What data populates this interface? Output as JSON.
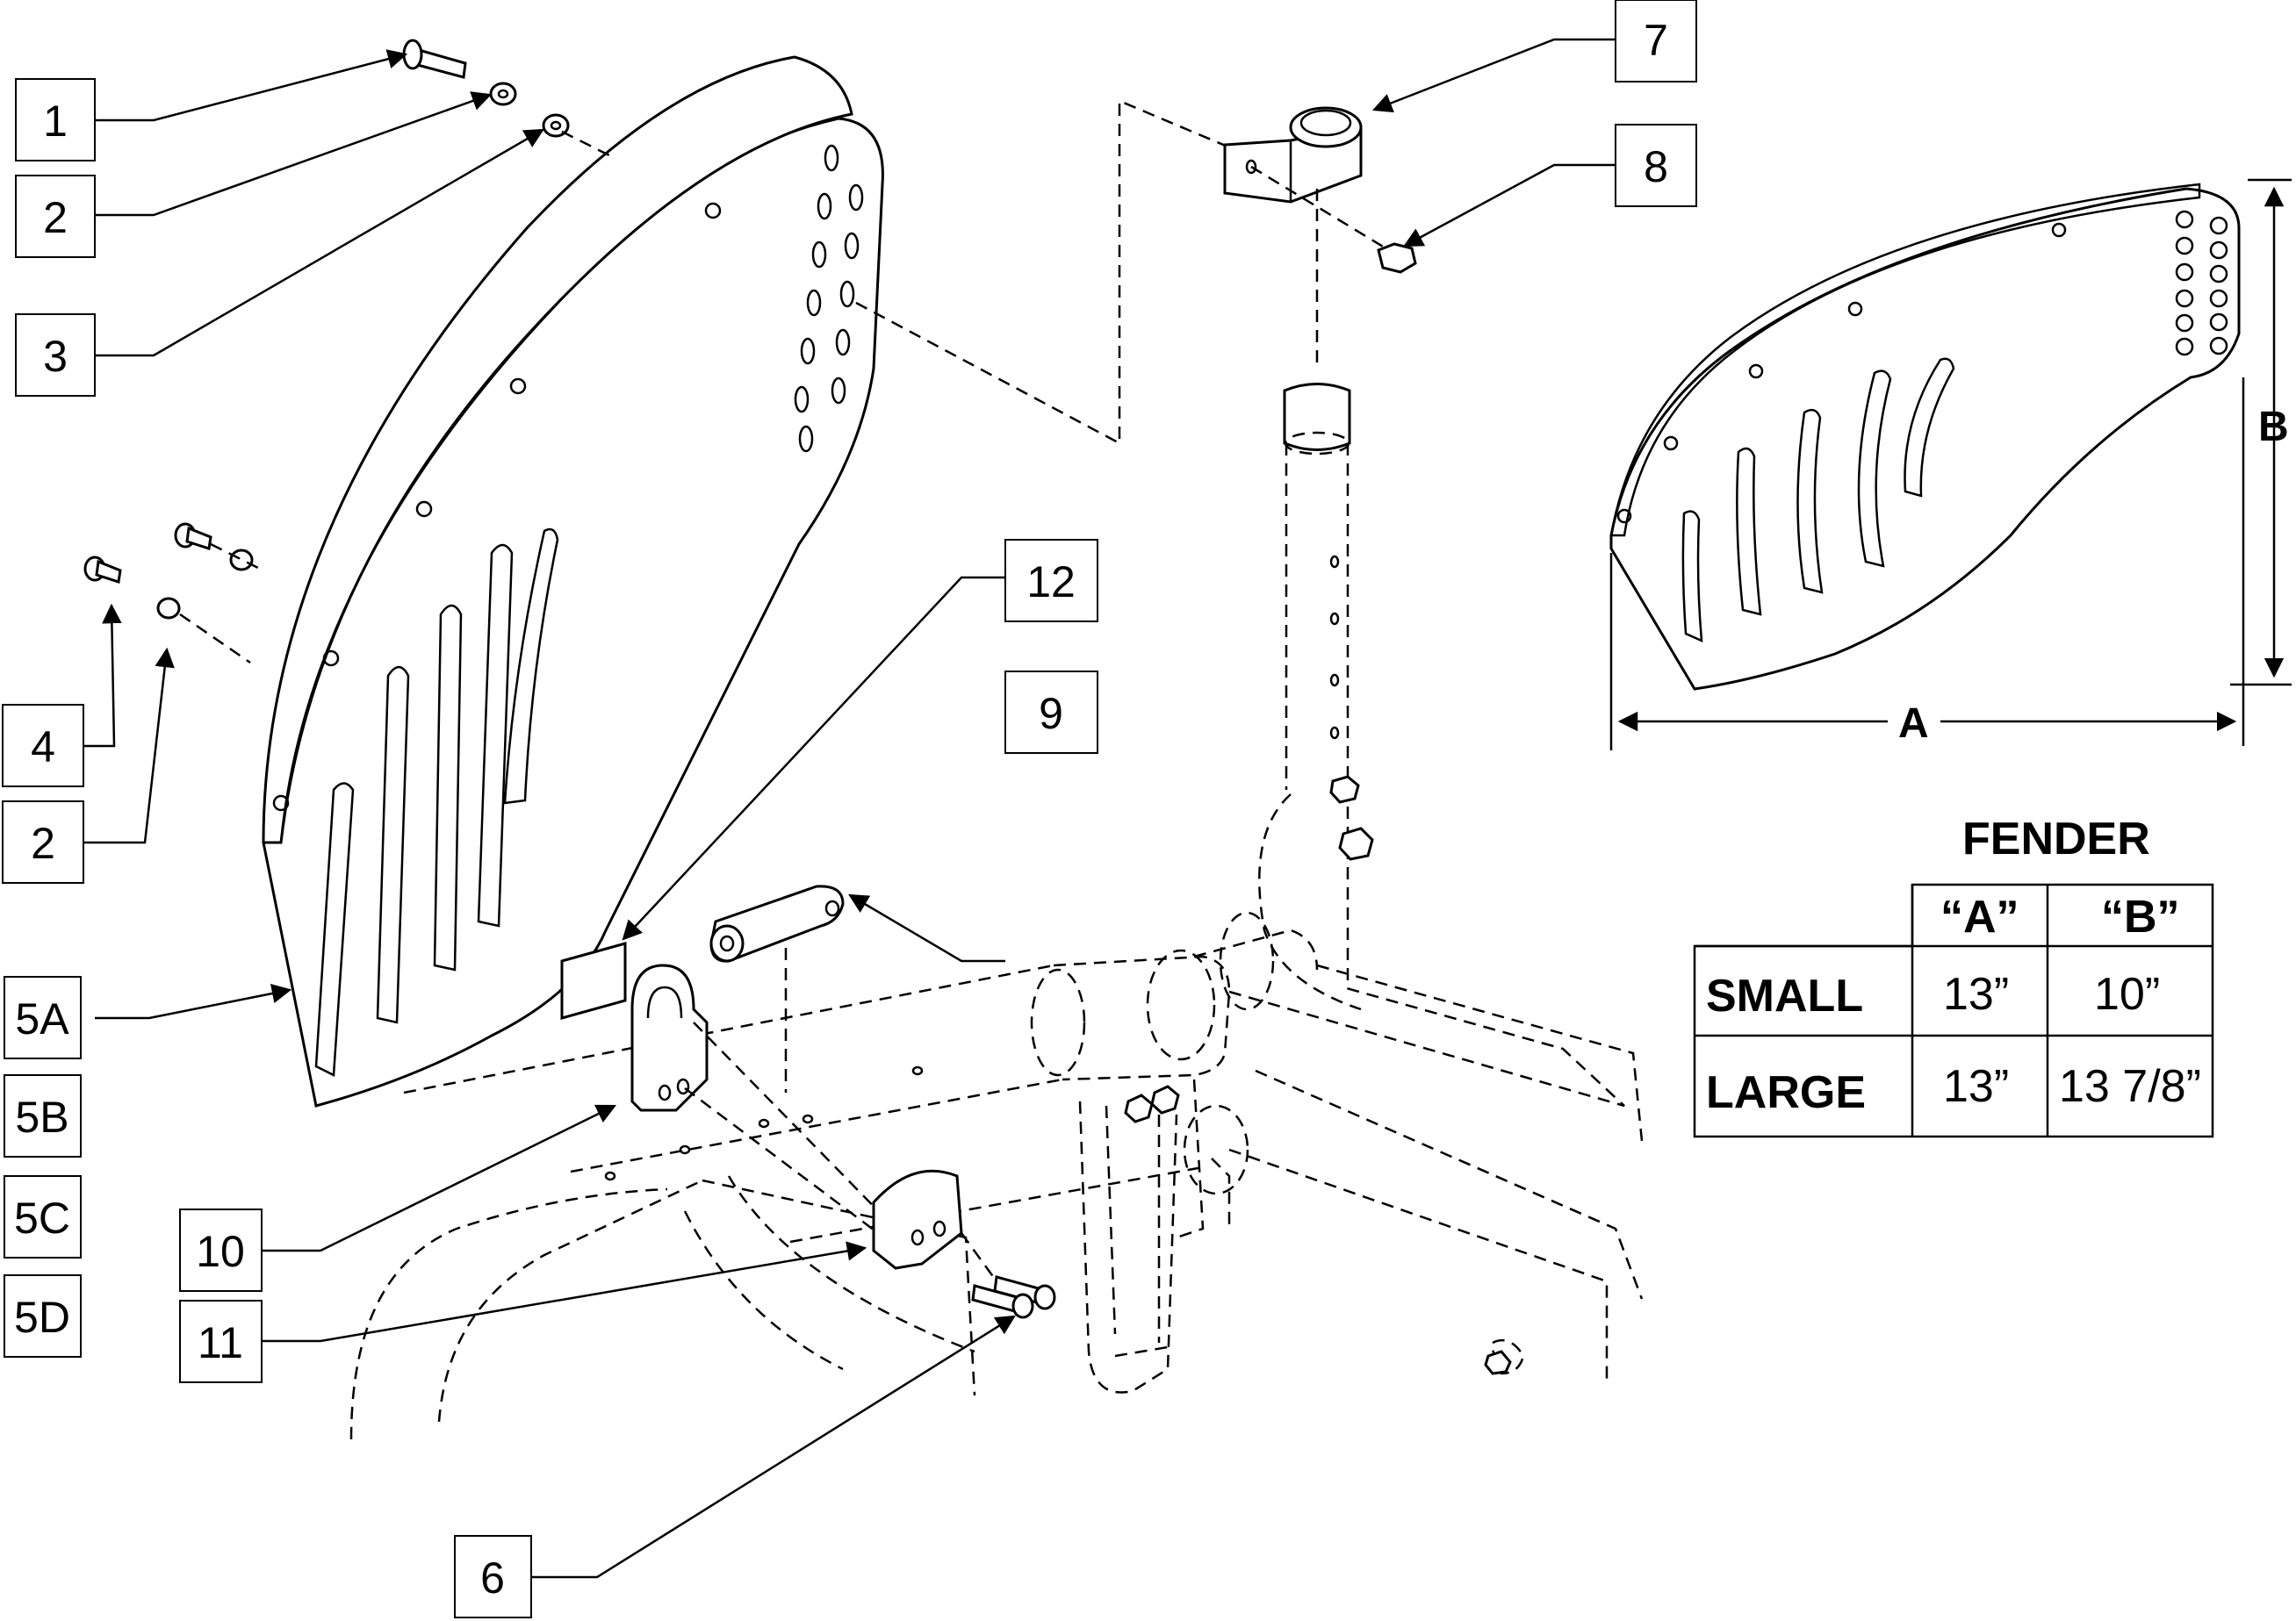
{
  "callouts": {
    "c1": "1",
    "c2a": "2",
    "c3": "3",
    "c4": "4",
    "c2b": "2",
    "c5a": "5A",
    "c5b": "5B",
    "c5c": "5C",
    "c5d": "5D",
    "c6": "6",
    "c7": "7",
    "c8": "8",
    "c9": "9",
    "c10": "10",
    "c11": "11",
    "c12": "12"
  },
  "dimensions": {
    "a": "A",
    "b": "B"
  },
  "fender_table": {
    "title": "FENDER",
    "col_a": "“A”",
    "col_b": "“B”",
    "rows": [
      {
        "size": "SMALL",
        "a": "13”",
        "b": "10”"
      },
      {
        "size": "LARGE",
        "a": "13”",
        "b": "13 7/8”"
      }
    ]
  }
}
